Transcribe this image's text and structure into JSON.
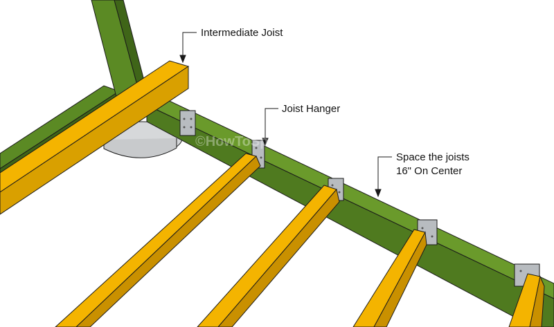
{
  "labels": {
    "intermediate_joist": "Intermediate Joist",
    "joist_hanger": "Joist Hanger",
    "spacing_line1": "Space the joists",
    "spacing_line2": "16\" On Center"
  },
  "watermark": "©HowToSpecialist.com",
  "colors": {
    "rim_beam": "#4f7a1f",
    "rim_beam_dark": "#3b5e16",
    "joist": "#f4b400",
    "joist_side": "#c99000",
    "hanger": "#b8bcc0",
    "footing": "#c8cacc",
    "line": "#1a1a1a"
  }
}
